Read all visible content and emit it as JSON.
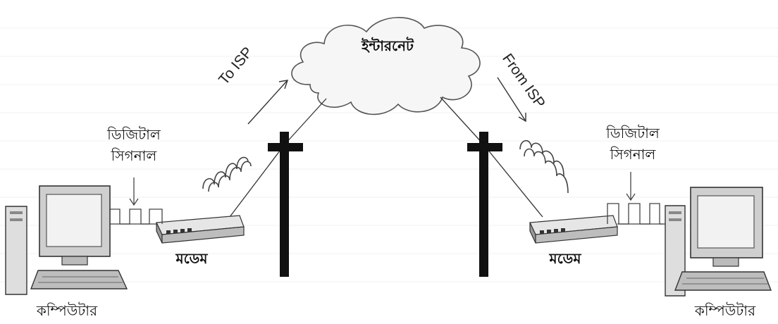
{
  "internet_label": "ইন্টারনেট",
  "to_isp_label": "To ISP",
  "from_isp_label": "From ISP",
  "left": {
    "signal_label_line1": "ডিজিটাল",
    "signal_label_line2": "সিগনাল",
    "modem_label": "মডেম",
    "computer_label": "কম্পিউটার"
  },
  "right": {
    "signal_label_line1": "ডিজিটাল",
    "signal_label_line2": "সিগনাল",
    "modem_label": "মডেম",
    "computer_label": "কম্পিউটার"
  }
}
